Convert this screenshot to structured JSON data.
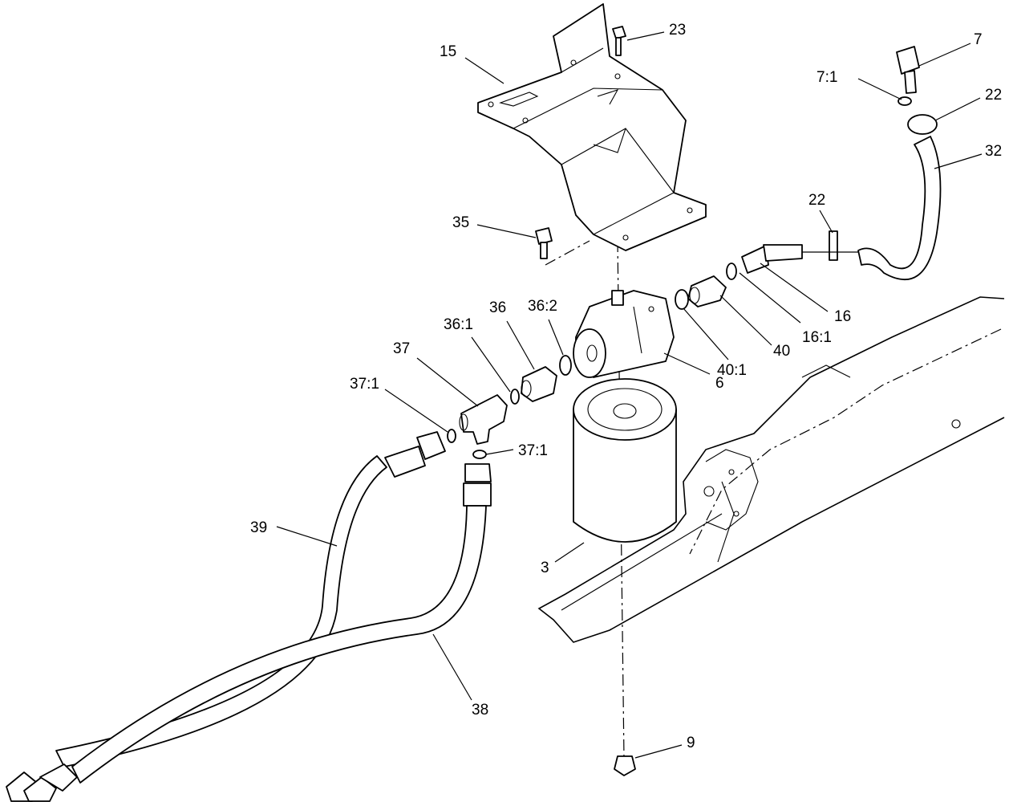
{
  "callouts": [
    {
      "id": "15",
      "label": "15"
    },
    {
      "id": "23",
      "label": "23"
    },
    {
      "id": "7",
      "label": "7"
    },
    {
      "id": "7-1",
      "label": "7:1"
    },
    {
      "id": "22-top",
      "label": "22"
    },
    {
      "id": "32",
      "label": "32"
    },
    {
      "id": "22-mid",
      "label": "22"
    },
    {
      "id": "35",
      "label": "35"
    },
    {
      "id": "16",
      "label": "16"
    },
    {
      "id": "16-1",
      "label": "16:1"
    },
    {
      "id": "40",
      "label": "40"
    },
    {
      "id": "40-1",
      "label": "40:1"
    },
    {
      "id": "36-2",
      "label": "36:2"
    },
    {
      "id": "36",
      "label": "36"
    },
    {
      "id": "36-1",
      "label": "36:1"
    },
    {
      "id": "37",
      "label": "37"
    },
    {
      "id": "6",
      "label": "6"
    },
    {
      "id": "37-1-left",
      "label": "37:1"
    },
    {
      "id": "37-1-lower",
      "label": "37:1"
    },
    {
      "id": "39",
      "label": "39"
    },
    {
      "id": "3",
      "label": "3"
    },
    {
      "id": "38",
      "label": "38"
    },
    {
      "id": "9",
      "label": "9"
    }
  ]
}
